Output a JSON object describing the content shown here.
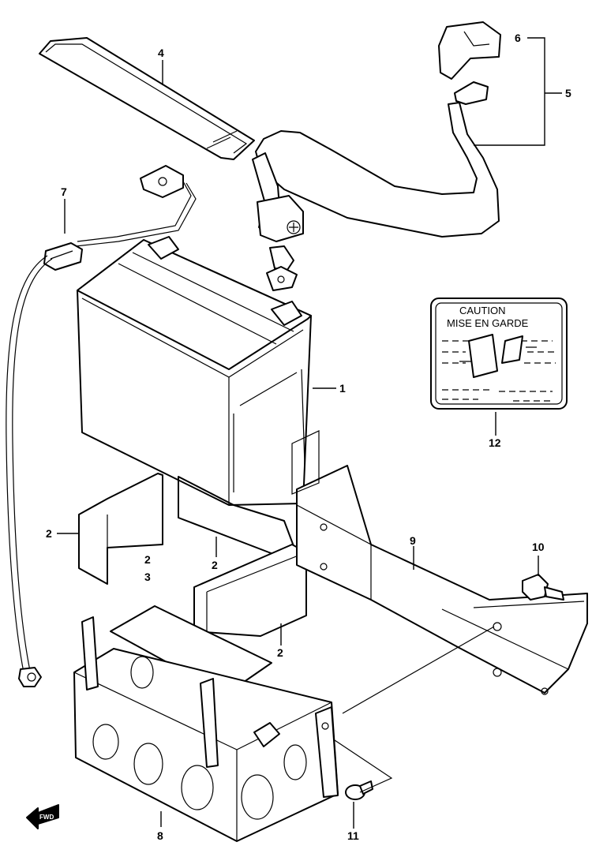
{
  "callouts": {
    "p1": "1",
    "p2a": "2",
    "p2b": "2",
    "p2c": "2",
    "p2d": "2",
    "p3": "3",
    "p4": "4",
    "p5": "5",
    "p6": "6",
    "p7": "7",
    "p8": "8",
    "p9": "9",
    "p10": "10",
    "p11": "11",
    "p12": "12"
  },
  "label": {
    "line1": "CAUTION",
    "line2": "MISE EN GARDE"
  },
  "fwd": "FWD"
}
